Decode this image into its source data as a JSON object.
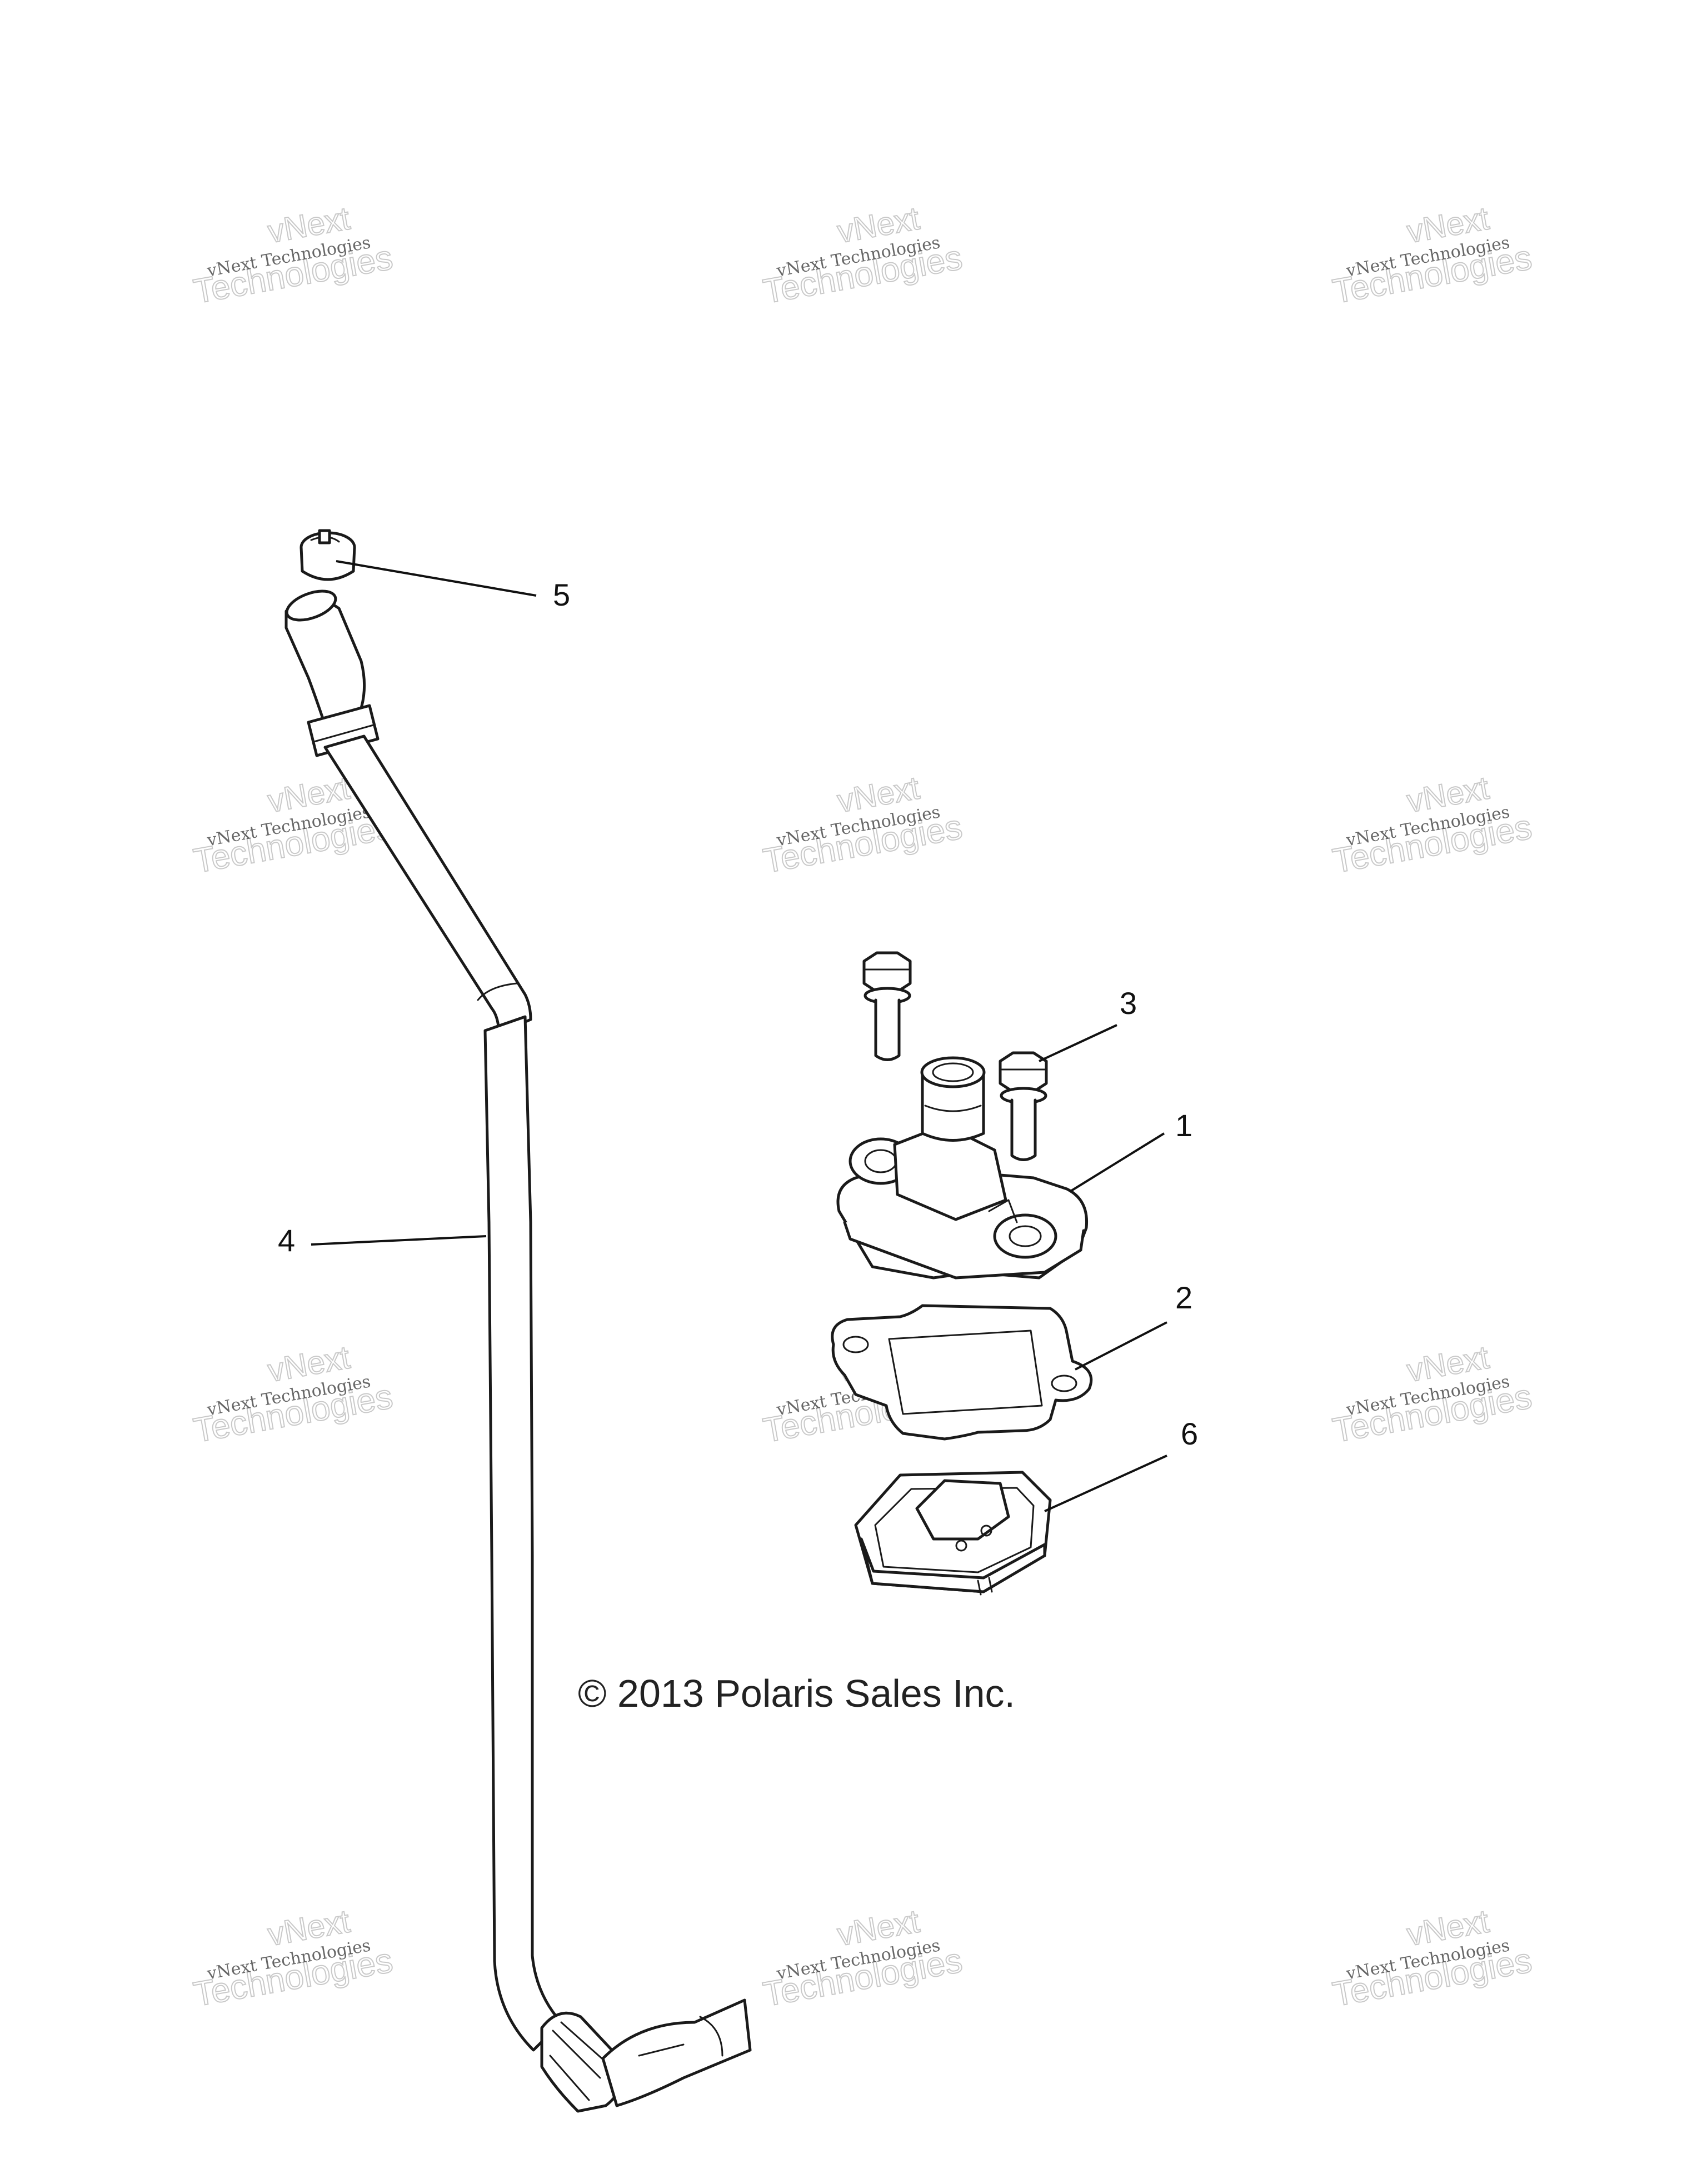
{
  "callouts": [
    {
      "id": "5",
      "label": "5"
    },
    {
      "id": "4",
      "label": "4"
    },
    {
      "id": "3",
      "label": "3"
    },
    {
      "id": "1",
      "label": "1"
    },
    {
      "id": "2",
      "label": "2"
    },
    {
      "id": "6",
      "label": "6"
    }
  ],
  "copyright": "© 2013 Polaris Sales Inc.",
  "watermark": {
    "brand_line": "vNext Technologies",
    "ghost_word_1": "vNext",
    "ghost_word_2": "Technologies"
  },
  "colors": {
    "line": "#1a1a1a",
    "background": "#ffffff",
    "watermark": "#c9c9c9"
  }
}
